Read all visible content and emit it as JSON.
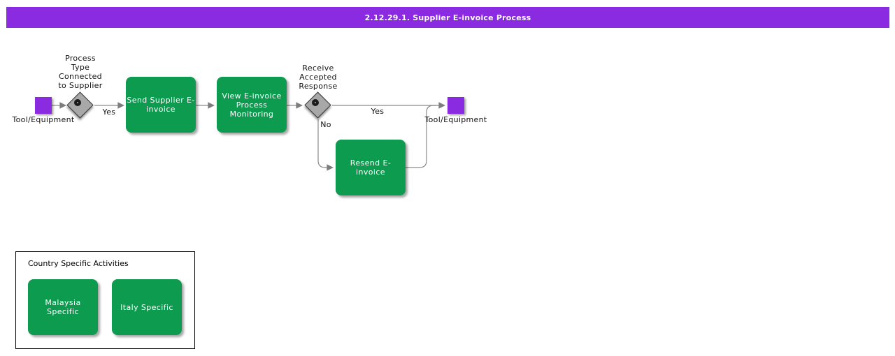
{
  "header": {
    "title": "2.12.29.1. Supplier E-invoice Process"
  },
  "flow": {
    "start": {
      "label": "Tool/Equipment"
    },
    "gateway1": {
      "label": "Process\nType\nConnected\nto Supplier"
    },
    "task1": {
      "label": "Send Supplier E-\ninvoice"
    },
    "task2": {
      "label": "View E-invoice\nProcess\nMonitoring"
    },
    "gateway2": {
      "label": "Receive\nAccepted\nResponse"
    },
    "task3": {
      "label": "Resend E-\ninvoice"
    },
    "end": {
      "label": "Tool/Equipment"
    },
    "edges": {
      "yes1": "Yes",
      "yes2": "Yes",
      "no": "No"
    }
  },
  "country_box": {
    "title": "Country Specific Activities",
    "items": [
      {
        "label": "Malaysia\nSpecific"
      },
      {
        "label": "Italy Specific"
      }
    ]
  },
  "colors": {
    "accent_purple": "#8A2BE2",
    "activity_green": "#0D9B50",
    "connector_gray": "#8A8A8A",
    "gateway_fill": "#A8A8A8"
  }
}
